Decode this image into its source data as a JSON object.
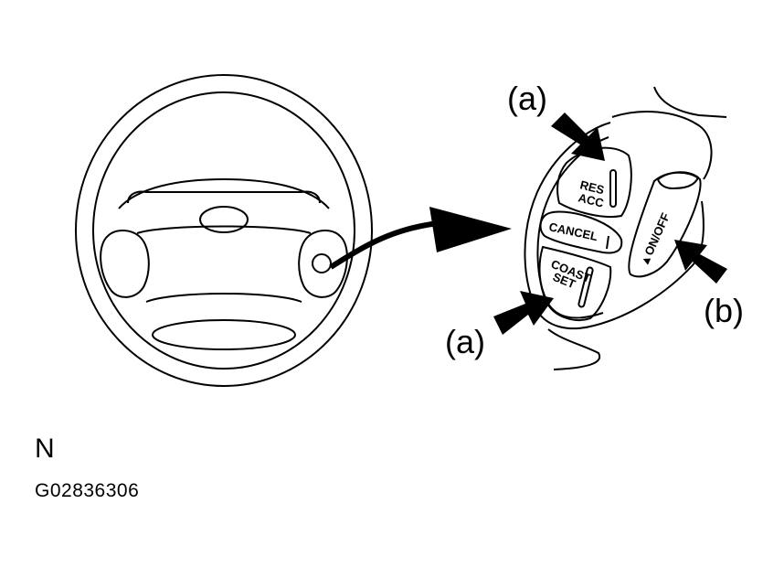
{
  "callouts": {
    "a_top": "(a)",
    "a_bottom": "(a)",
    "b": "(b)"
  },
  "switch_labels": {
    "res": "RES",
    "acc": "ACC",
    "cancel": "CANCEL",
    "coast": "COAST",
    "set": "SET",
    "on_off": "▲ON/OFF"
  },
  "caption": {
    "letter": "N",
    "figure_id": "G02836306"
  }
}
